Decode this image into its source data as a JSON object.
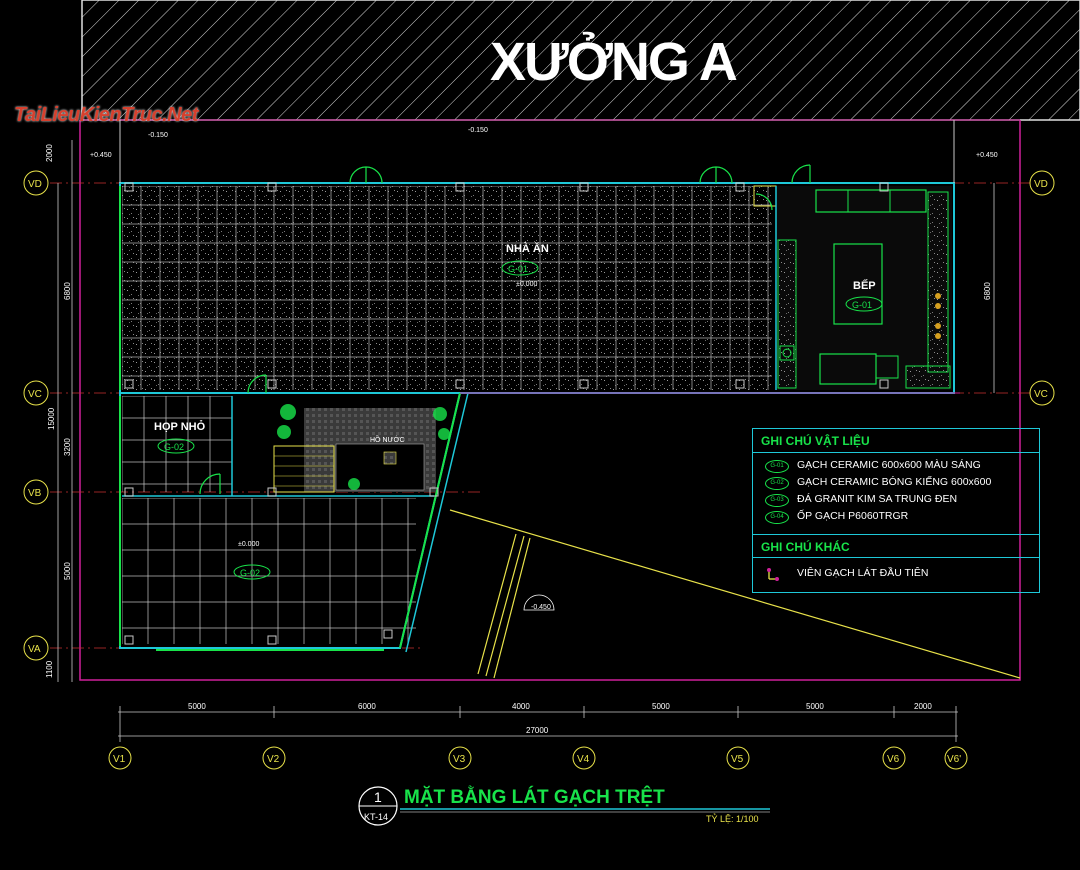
{
  "header": {
    "building_label": "XƯỞNG A"
  },
  "watermark": "TaiLieuKienTruc.Net",
  "rooms": {
    "dining": {
      "name": "NHÀ ĂN",
      "tag": "G-01",
      "level": "±0.000"
    },
    "kitchen": {
      "name": "BẾP",
      "tag": "G-01"
    },
    "meeting": {
      "name": "HỌP NHỎ",
      "tag": "G-02"
    },
    "pond": {
      "name": "HỒ NƯỚC"
    },
    "lobby": {
      "tag": "G-02",
      "level": "±0.000"
    }
  },
  "levels": {
    "top_left": "-0.150",
    "top_mid": "-0.150",
    "left": "+0.450",
    "right": "+0.450",
    "ramp": "-0.450"
  },
  "grid": {
    "rows": [
      "VD",
      "VC",
      "VB",
      "VA"
    ],
    "cols": [
      "V1",
      "V2",
      "V3",
      "V4",
      "V5",
      "V6",
      "V6'"
    ],
    "left_dims": [
      "2000",
      "6800",
      "15000",
      "3200",
      "5000",
      "1100"
    ],
    "right_dims": [
      "6800"
    ],
    "bottom_dims": [
      "5000",
      "6000",
      "4000",
      "5000",
      "5000",
      "2000"
    ],
    "total": "27000"
  },
  "legend": {
    "materials_title": "GHI CHÚ VẬT LIỆU",
    "materials": [
      {
        "code": "G-01",
        "text": "GẠCH CERAMIC 600x600 MÀU SÁNG"
      },
      {
        "code": "G-02",
        "text": "GẠCH CERAMIC BÓNG KIẾNG 600x600"
      },
      {
        "code": "G-03",
        "text": "ĐÁ GRANIT KIM SA TRUNG ĐEN"
      },
      {
        "code": "G-04",
        "text": "ỐP GẠCH P6060TRGR"
      }
    ],
    "other_title": "GHI CHÚ KHÁC",
    "other": [
      {
        "text": "VIÊN GẠCH LÁT ĐẦU TIÊN"
      }
    ]
  },
  "titleblock": {
    "number": "1",
    "sheet": "KT-14",
    "title": "MẶT BẰNG LÁT GẠCH TRỆT",
    "scale": "TỶ LỆ: 1/100"
  },
  "colors": {
    "wall": "#1ec8d8",
    "green": "#18e34a",
    "yellow": "#e8e24a",
    "magenta": "#d0209a",
    "white": "#ffffff",
    "red": "#e0302c"
  }
}
